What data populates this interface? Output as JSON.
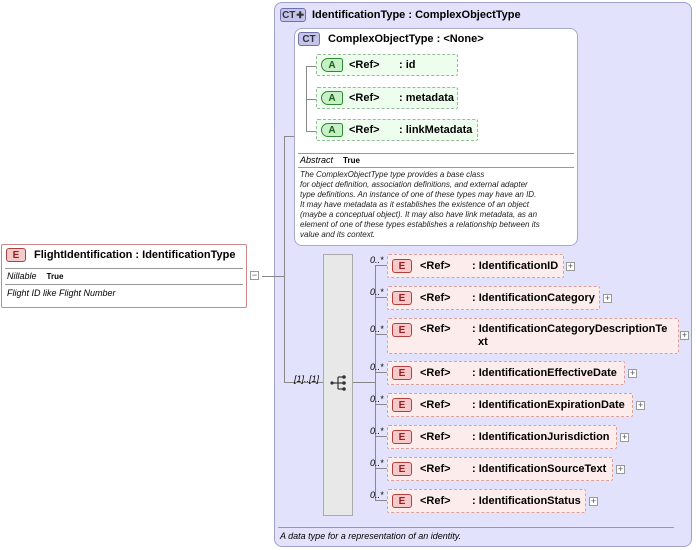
{
  "complex_type": {
    "badge": "CT",
    "title": "IdentificationType : ComplexObjectType",
    "annotation": "A data type for a representation of an identity."
  },
  "base_type": {
    "badge": "CT",
    "title": "ComplexObjectType : <None>",
    "attributes": [
      {
        "badge": "A",
        "ref": "<Ref>",
        "name": ": id"
      },
      {
        "badge": "A",
        "ref": "<Ref>",
        "name": ": metadata"
      },
      {
        "badge": "A",
        "ref": "<Ref>",
        "name": ": linkMetadata"
      }
    ],
    "abstract_label": "Abstract",
    "abstract_value": "True",
    "description_lines": [
      "The ComplexObjectType type provides a base class",
      "for object definition, association definitions, and external adapter",
      "type definitions. An instance of one of these types may have an ID.",
      "It may have metadata as it establishes the existence of an object",
      "(maybe a conceptual object). It may also have link metadata, as an",
      "element of one of these types establishes a relationship between its",
      "value and its context."
    ]
  },
  "sequence": {
    "multiplicity": "[1]..[1]"
  },
  "elements": [
    {
      "badge": "E",
      "ref": "<Ref>",
      "name": ": IdentificationID",
      "mult": "0..*"
    },
    {
      "badge": "E",
      "ref": "<Ref>",
      "name": ": IdentificationCategory",
      "mult": "0..*"
    },
    {
      "badge": "E",
      "ref": "<Ref>",
      "name": ": IdentificationCategoryDescriptionTe",
      "name2": "xt",
      "mult": "0..*"
    },
    {
      "badge": "E",
      "ref": "<Ref>",
      "name": ": IdentificationEffectiveDate",
      "mult": "0..*"
    },
    {
      "badge": "E",
      "ref": "<Ref>",
      "name": ": IdentificationExpirationDate",
      "mult": "0..*"
    },
    {
      "badge": "E",
      "ref": "<Ref>",
      "name": ": IdentificationJurisdiction",
      "mult": "0..*"
    },
    {
      "badge": "E",
      "ref": "<Ref>",
      "name": ": IdentificationSourceText",
      "mult": "0..*"
    },
    {
      "badge": "E",
      "ref": "<Ref>",
      "name": ": IdentificationStatus",
      "mult": "0..*"
    }
  ],
  "root_element": {
    "badge": "E",
    "title": "FlightIdentification : IdentificationType",
    "nillable_label": "Nillable",
    "nillable_value": "True",
    "annotation": "Flight ID like Flight Number",
    "collapse_symbol": "−"
  },
  "expand_symbol": "+"
}
